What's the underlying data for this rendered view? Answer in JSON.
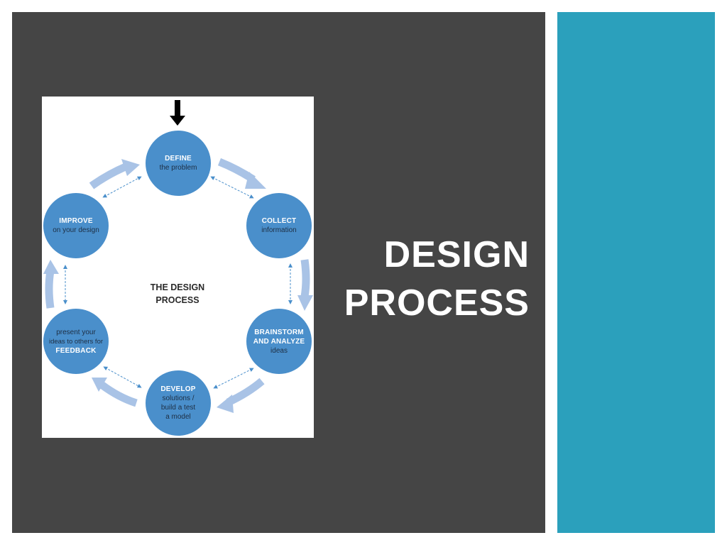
{
  "slide": {
    "title_line1": "DESIGN",
    "title_line2": "PROCESS",
    "colors": {
      "main_panel": "#454545",
      "accent_panel": "#2ba0bc",
      "node": "#4a8fcb",
      "arrow": "#a9c3e6",
      "start_arrow": "#000000"
    }
  },
  "diagram": {
    "center_title_line1": "THE DESIGN",
    "center_title_line2": "PROCESS",
    "start_icon": "down-arrow-icon",
    "nodes": [
      {
        "id": "define",
        "bold": "DEFINE",
        "sub": "the problem"
      },
      {
        "id": "collect",
        "bold": "COLLECT",
        "sub": "information"
      },
      {
        "id": "brainstorm",
        "bold1": "BRAINSTORM",
        "bold2": "AND ANALYZE",
        "sub": "ideas"
      },
      {
        "id": "develop",
        "bold": "DEVELOP",
        "sub1": "solutions /",
        "sub2": "build a test",
        "sub3": "a model"
      },
      {
        "id": "feedback",
        "pre1": "present your",
        "pre2": "ideas to others for",
        "bold": "FEEDBACK"
      },
      {
        "id": "improve",
        "bold": "IMPROVE",
        "sub": "on your design"
      }
    ]
  }
}
